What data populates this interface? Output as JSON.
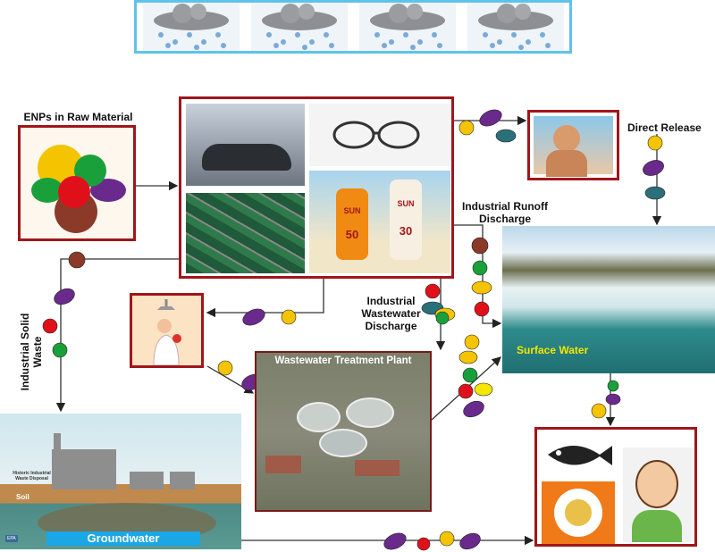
{
  "labels": {
    "raw_material": "ENPs in Raw Material",
    "direct_release": "Direct Release",
    "runoff_1": "Industrial Runoff",
    "runoff_2": "Discharge",
    "wastewater_1": "Industrial",
    "wastewater_2": "Wastewater",
    "wastewater_3": "Discharge",
    "solid_waste": "Industrial Solid Waste",
    "wwtp": "Wastewater Treatment Plant",
    "surface_water": "Surface Water",
    "groundwater": "Groundwater",
    "soil": "Soil",
    "historic_disposal": "Historic Industrial Waste Disposal",
    "sunscreen_1": "SUN",
    "sunscreen_1_spf": "50",
    "sunscreen_2": "SUN",
    "sunscreen_2_spf": "30",
    "epa": "EPA"
  },
  "colors": {
    "frame_red": "#a0161b",
    "rain_border": "#5ec3ea",
    "particle_yellow": "#f5c400",
    "particle_purple": "#6a2a8c",
    "particle_teal": "#2a6f7a",
    "particle_red": "#e0101a",
    "particle_green": "#1aa03a",
    "particle_brown": "#8b3a2a",
    "surface_water_text": "#f5e600",
    "groundwater_bar": "#1aa7e6"
  }
}
